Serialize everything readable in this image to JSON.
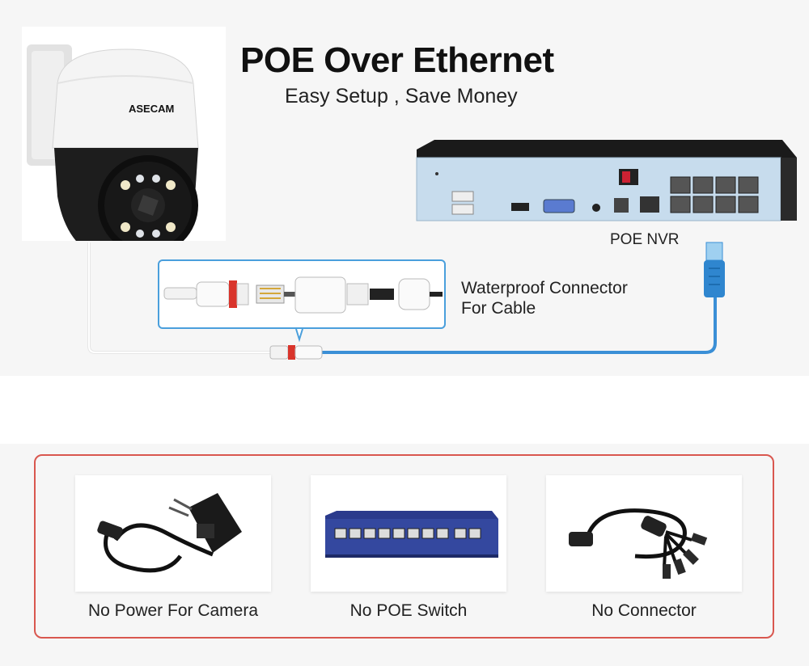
{
  "title": "POE Over Ethernet",
  "subtitle": "Easy Setup , Save Money",
  "camera_brand": "ASECAM",
  "nvr_label": "POE NVR",
  "connector_label": [
    "Waterproof Connector",
    "For Cable"
  ],
  "not_needed": [
    {
      "label": "No Power For Camera",
      "icon": "power-adapter-icon"
    },
    {
      "label": "No POE Switch",
      "icon": "poe-switch-icon"
    },
    {
      "label": "No Connector",
      "icon": "splitter-cable-icon"
    }
  ],
  "colors": {
    "accent_blue": "#3a8fd6",
    "frame_red": "#d9574f",
    "nvr_panel": "#c7dced"
  }
}
